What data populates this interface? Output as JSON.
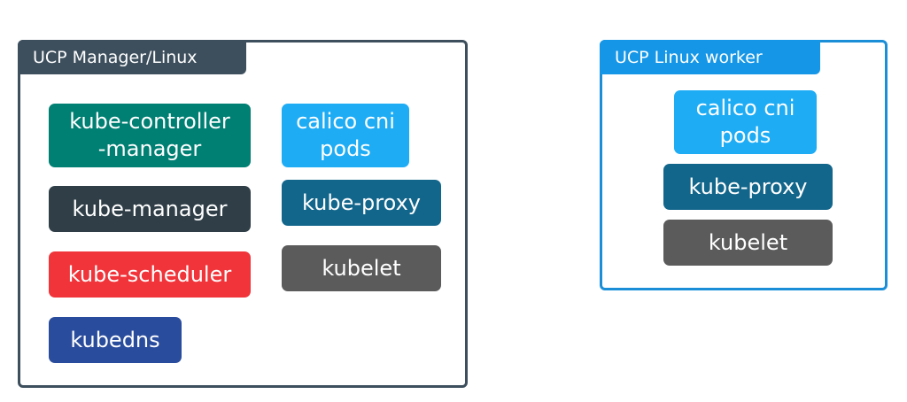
{
  "colors": {
    "manager_border": "#3d4f5d",
    "worker_border": "#1a8fd8",
    "kube_controller_manager": "#007f73",
    "kube_manager": "#2f3e47",
    "kube_scheduler": "#f0343a",
    "kubedns": "#2a4c9c",
    "calico": "#1eacf5",
    "kube_proxy": "#13668b",
    "kubelet": "#5b5b5b"
  },
  "manager": {
    "title": "UCP Manager/Linux",
    "components": {
      "controller_manager": "kube-controller\n-manager",
      "kube_manager": "kube-manager",
      "scheduler": "kube-scheduler",
      "kubedns": "kubedns",
      "calico": "calico cni\npods",
      "kube_proxy": "kube-proxy",
      "kubelet": "kubelet"
    }
  },
  "worker": {
    "title": "UCP Linux worker",
    "components": {
      "calico": "calico cni\npods",
      "kube_proxy": "kube-proxy",
      "kubelet": "kubelet"
    }
  }
}
